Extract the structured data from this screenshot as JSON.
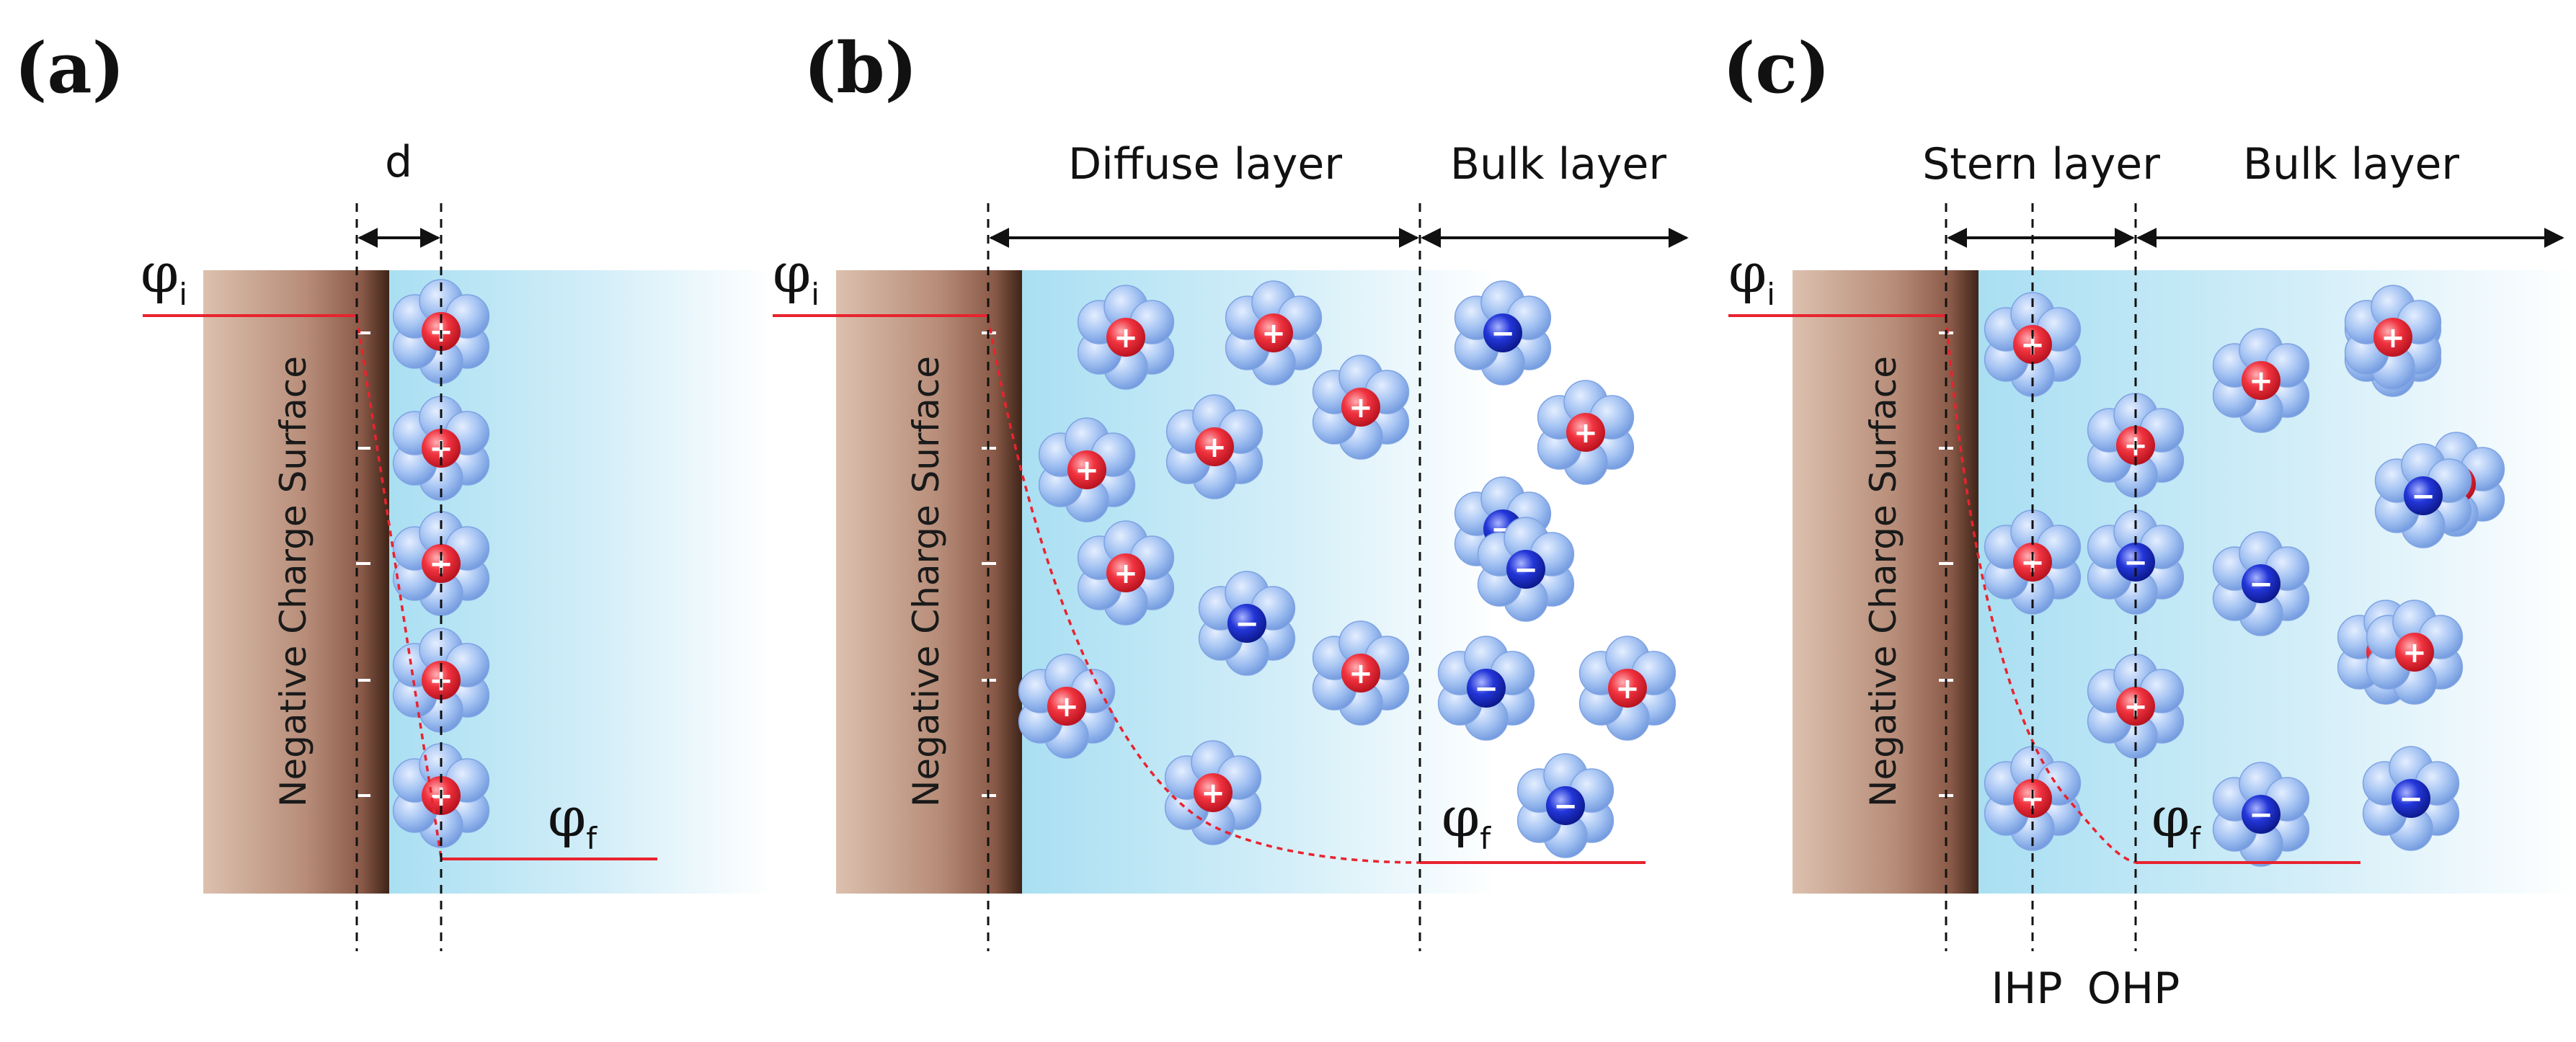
{
  "colors": {
    "surface_light": "#dcc0ae",
    "surface_dark": "#3e2418",
    "water_blue": "#a9dff2",
    "water_fade": "#ffffff",
    "potential_line": "#e8232f",
    "cation": "#e8232f",
    "anion": "#1b2fd0",
    "solvation_shell": "#8fb4ef"
  },
  "panels": [
    {
      "id": "a",
      "label": "(a)",
      "surface_text": "Negative Charge Surface",
      "phi_initial": "φ",
      "phi_initial_sub": "i",
      "phi_final": "φ",
      "phi_final_sub": "f",
      "dimension_labels": [
        "d"
      ],
      "plane_labels": []
    },
    {
      "id": "b",
      "label": "(b)",
      "surface_text": "Negative Charge Surface",
      "phi_initial": "φ",
      "phi_initial_sub": "i",
      "phi_final": "φ",
      "phi_final_sub": "f",
      "dimension_labels": [
        "Diffuse layer",
        "Bulk layer"
      ],
      "plane_labels": []
    },
    {
      "id": "c",
      "label": "(c)",
      "surface_text": "Negative Charge Surface",
      "phi_initial": "φ",
      "phi_initial_sub": "i",
      "phi_final": "φ",
      "phi_final_sub": "f",
      "dimension_labels": [
        "Stern layer",
        "Bulk layer"
      ],
      "plane_labels": [
        "IHP",
        "OHP"
      ]
    }
  ],
  "ion_signs": {
    "cation": "+",
    "anion": "−"
  },
  "surface_charge_mark": "−",
  "ions": {
    "a": [
      "cation",
      "cation",
      "cation",
      "cation",
      "cation"
    ],
    "b": [
      "cation",
      "cation",
      "anion",
      "cation",
      "cation",
      "cation",
      "cation",
      "cation",
      "anion",
      "cation",
      "anion",
      "cation",
      "cation",
      "anion",
      "anion",
      "cation",
      "anion"
    ],
    "c": [
      "cation",
      "cation",
      "cation",
      "cation",
      "anion",
      "cation",
      "cation",
      "anion",
      "anion",
      "cation",
      "cation",
      "cation",
      "cation",
      "anion",
      "cation",
      "anion"
    ]
  }
}
